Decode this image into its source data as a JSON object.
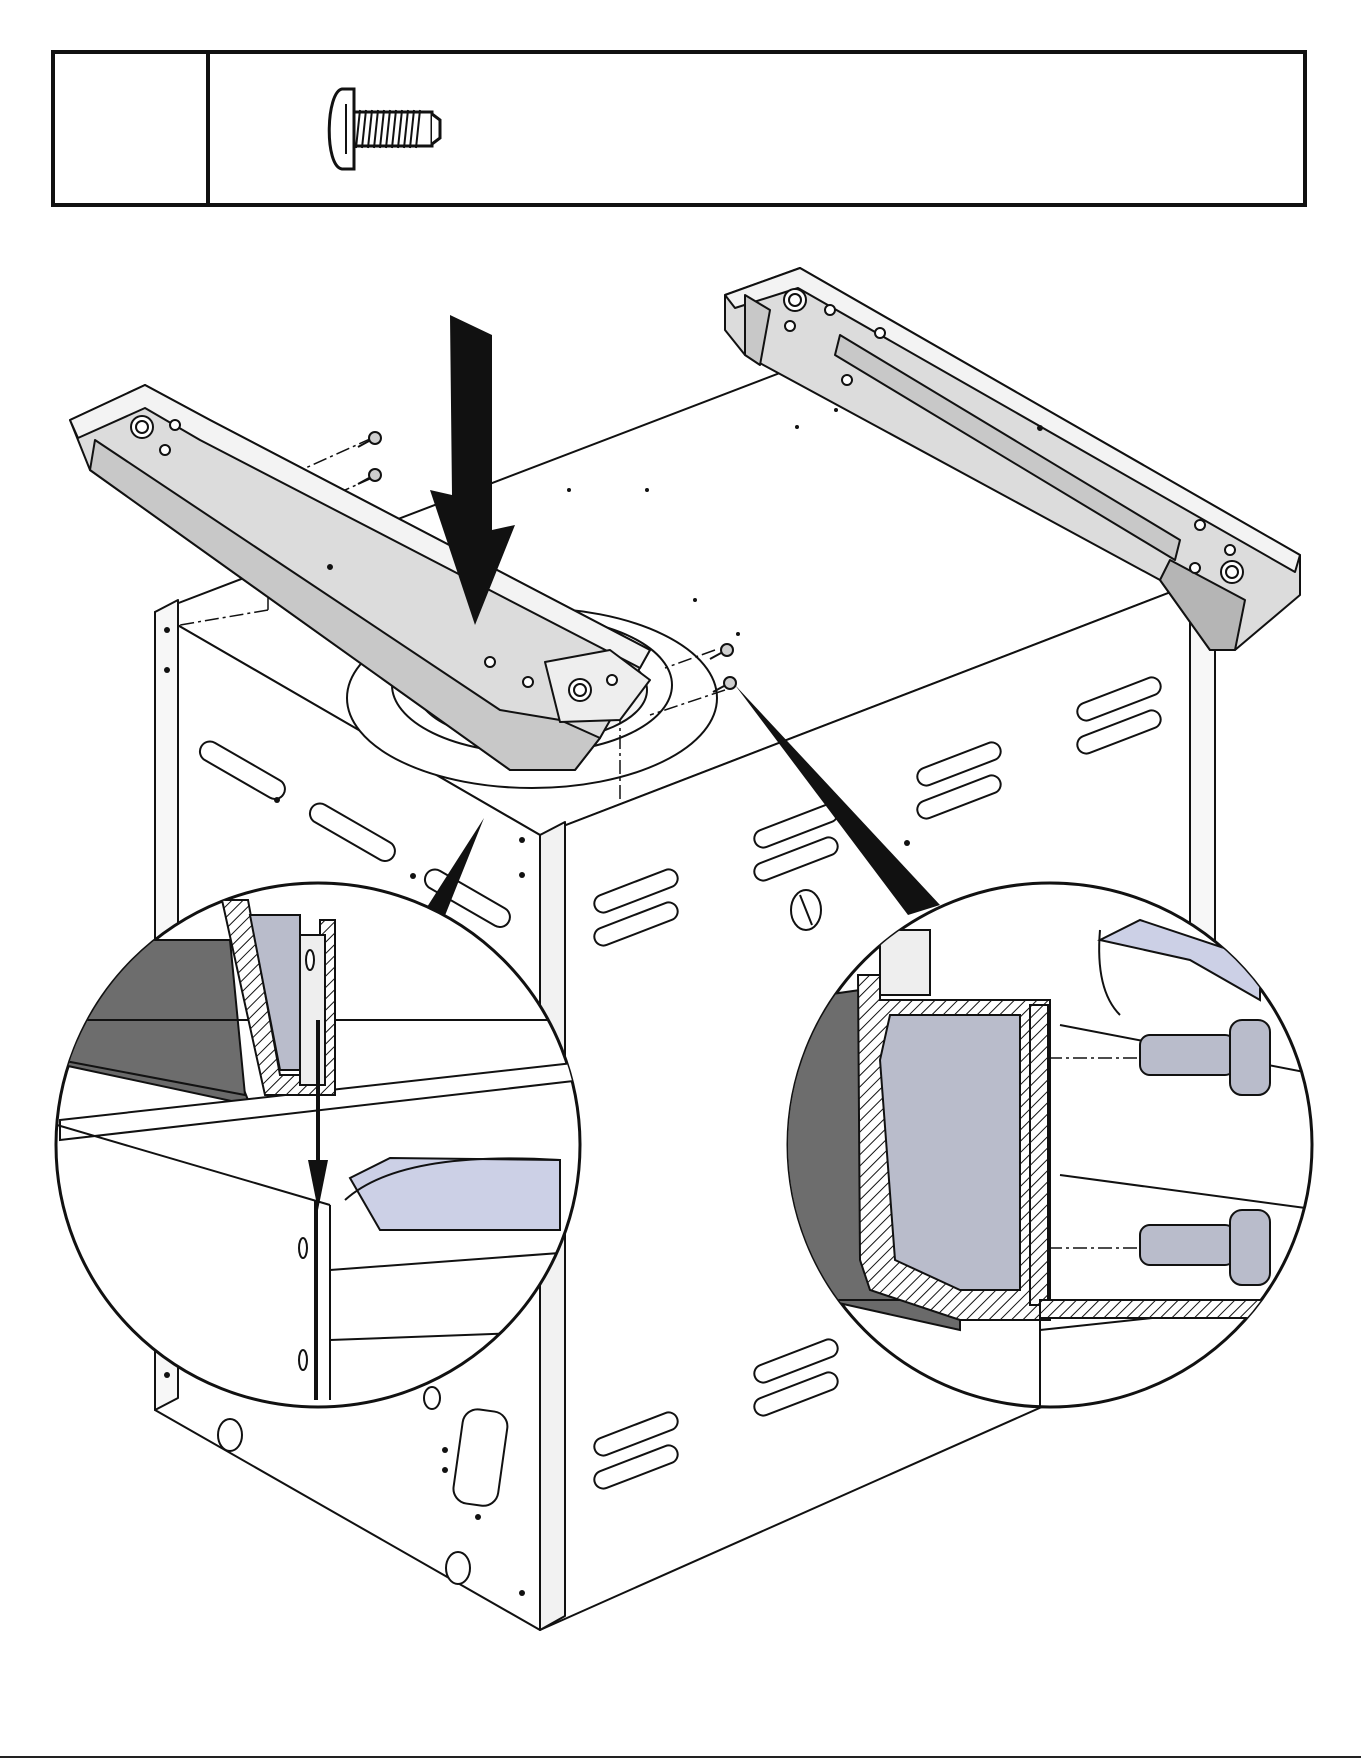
{
  "parts_bar": {
    "step_number": "",
    "parts": [
      {
        "icon": "screw-icon",
        "label": ""
      }
    ]
  },
  "diagram": {
    "elements": [
      "grill-cabinet",
      "left-rail",
      "right-rail",
      "downward-arrow",
      "left-detail-callout",
      "right-detail-callout"
    ],
    "colors": {
      "line": "#111111",
      "metal": "#e4e4e4",
      "shadow": "#6a6a6a",
      "section": "#b9bccb"
    }
  }
}
